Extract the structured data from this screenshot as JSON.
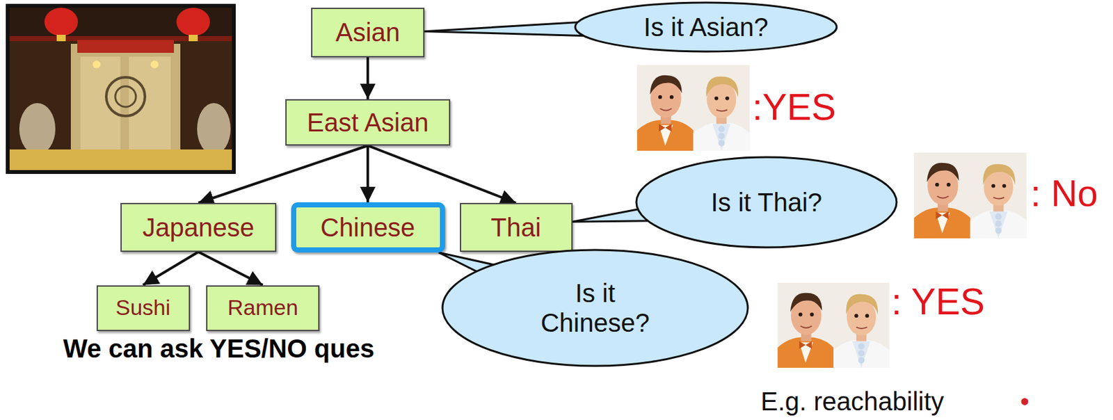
{
  "diagram": {
    "nodes": [
      {
        "text": [
          "Asian"
        ]
      },
      {
        "text": [
          "Is it Asian?"
        ]
      },
      {
        "text": [
          "East Asian"
        ]
      },
      {
        "text": [
          "Japanese"
        ]
      },
      {
        "text": [
          "Chinese"
        ]
      },
      {
        "text": [
          "Thai"
        ]
      },
      {
        "text": [
          "Is it Thai?"
        ]
      },
      {
        "text": [
          "Sushi"
        ]
      },
      {
        "text": [
          "Ramen"
        ]
      },
      {
        "text": [
          "Is it Chinese?"
        ]
      }
    ],
    "edges": [
      {
        "from": 0,
        "to": 2,
        "arrow": "to"
      },
      {
        "from": 2,
        "to": 3,
        "arrow": "to"
      },
      {
        "from": 2,
        "to": 4,
        "arrow": "to"
      },
      {
        "from": 2,
        "to": 5,
        "arrow": "to"
      },
      {
        "from": 3,
        "to": 7,
        "arrow": "to"
      },
      {
        "from": 3,
        "to": 8,
        "arrow": "to"
      },
      {
        "from": 1,
        "to": 0,
        "arrow": "none"
      },
      {
        "from": 6,
        "to": 5,
        "arrow": "none"
      },
      {
        "from": 9,
        "to": 4,
        "arrow": "none"
      }
    ],
    "labels": [
      ":YES",
      ": No",
      ": YES",
      "We can ask YES/NO ques",
      "E.g. reachability",
      "•"
    ]
  }
}
